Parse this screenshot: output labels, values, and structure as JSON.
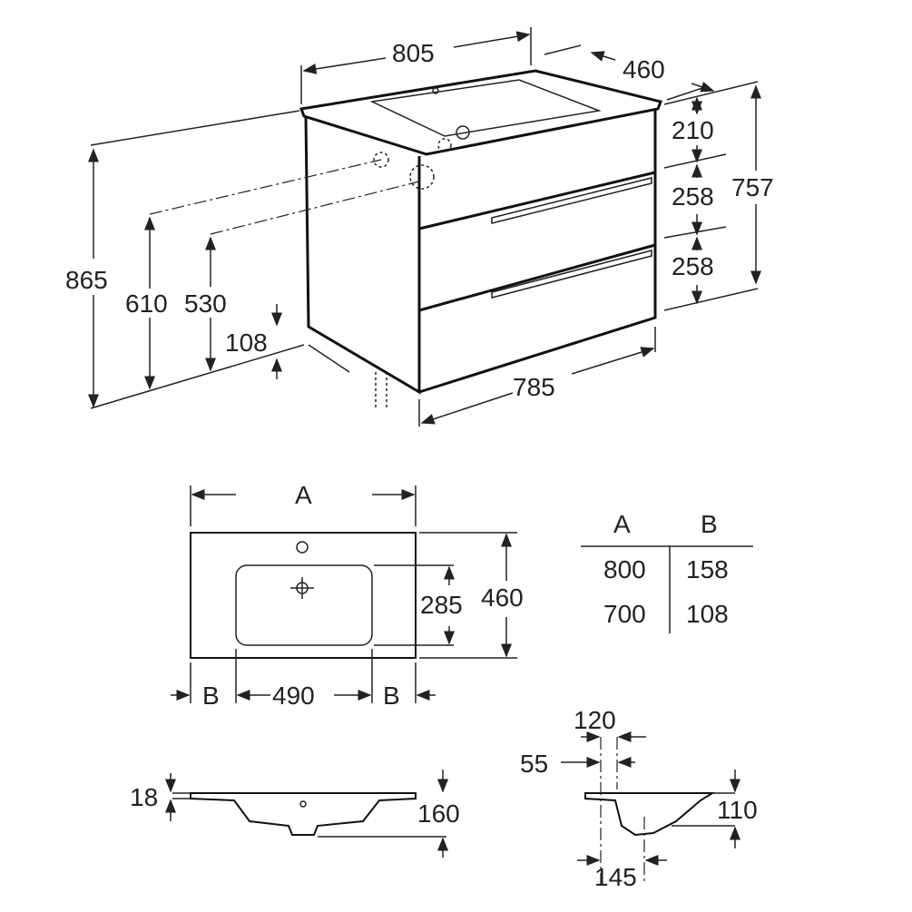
{
  "cabinet_view": {
    "width_top": "805",
    "depth": "460",
    "basin_height": "210",
    "total_height_right": "757",
    "drawer_1": "258",
    "drawer_2": "258",
    "total_height": "865",
    "drain_height_1": "610",
    "drain_height_2": "530",
    "foot_clearance": "108",
    "width_bottom": "785"
  },
  "basin_top_view": {
    "width_label": "A",
    "bowl_depth": "285",
    "depth": "460",
    "side_left": "B",
    "bowl_width": "490",
    "side_right": "B"
  },
  "size_table": {
    "headers": [
      "A",
      "B"
    ],
    "rows": [
      [
        "800",
        "158"
      ],
      [
        "700",
        "108"
      ]
    ]
  },
  "front_section": {
    "thickness": "18",
    "height": "160"
  },
  "side_section": {
    "dim_120": "120",
    "dim_55": "55",
    "dim_110": "110",
    "dim_145": "145"
  }
}
